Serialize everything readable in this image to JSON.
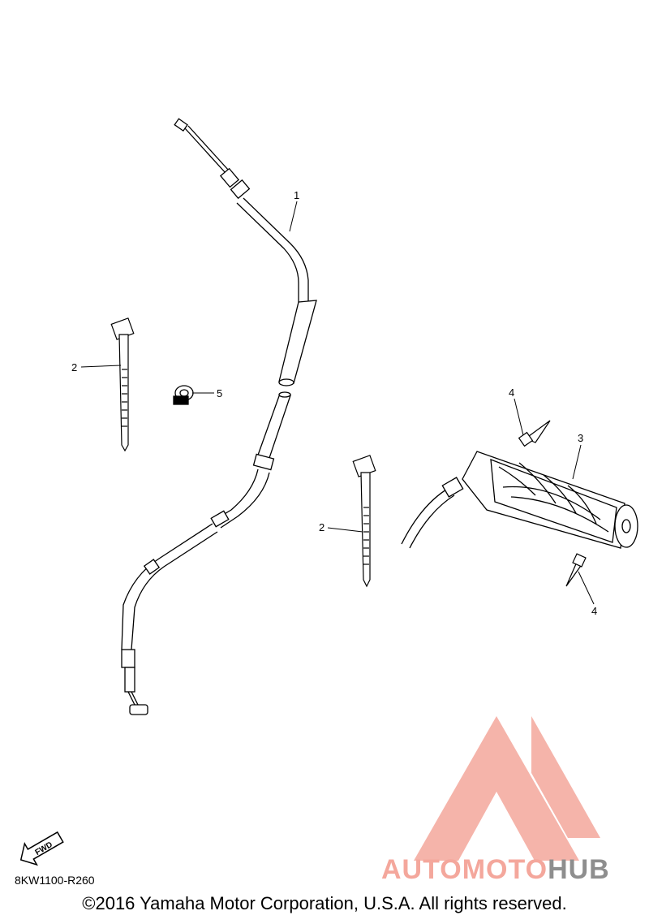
{
  "callouts": {
    "c1": "1",
    "c2a": "2",
    "c2b": "2",
    "c3": "3",
    "c4a": "4",
    "c4b": "4",
    "c5": "5"
  },
  "fwd_label": "FWD",
  "diagram_code": "8KW1100-R260",
  "copyright": "©2016 Yamaha Motor Corporation, U.S.A. All rights reserved.",
  "watermark": {
    "part1": "AUTOMOTO",
    "part2": "HUB",
    "color_primary": "#f4a79c",
    "color_secondary": "#8e8e8e"
  }
}
